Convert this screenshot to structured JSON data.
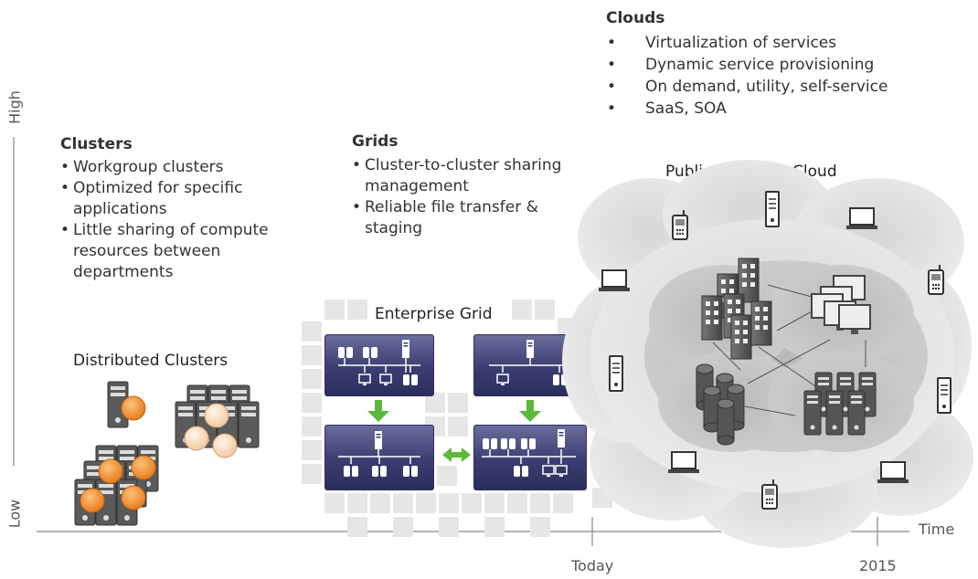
{
  "axes": {
    "y_high": "High",
    "y_low": "Low",
    "x_end": "Time",
    "tick_today": "Today",
    "tick_2015": "2015"
  },
  "clusters": {
    "title": "Clusters",
    "items": [
      "Workgroup clusters",
      "Optimized for specific applications",
      "Little sharing of compute resources between departments"
    ]
  },
  "grids": {
    "title": "Grids",
    "items": [
      "Cluster-to-cluster sharing management",
      "Reliable file transfer & staging"
    ]
  },
  "clouds": {
    "title": "Clouds",
    "items": [
      "Virtualization of services",
      "Dynamic service provisioning",
      "On demand, utility, self-service",
      "SaaS, SOA"
    ]
  },
  "labels": {
    "distributed": "Distributed Clusters",
    "enterprise": "Enterprise Grid",
    "public_private": "Public & Private Cloud"
  },
  "colors": {
    "orange": "#f39c3c",
    "navy": "#3b3d72",
    "green": "#5cb838",
    "server": "#555555",
    "cloud": "#d8d8d8"
  }
}
